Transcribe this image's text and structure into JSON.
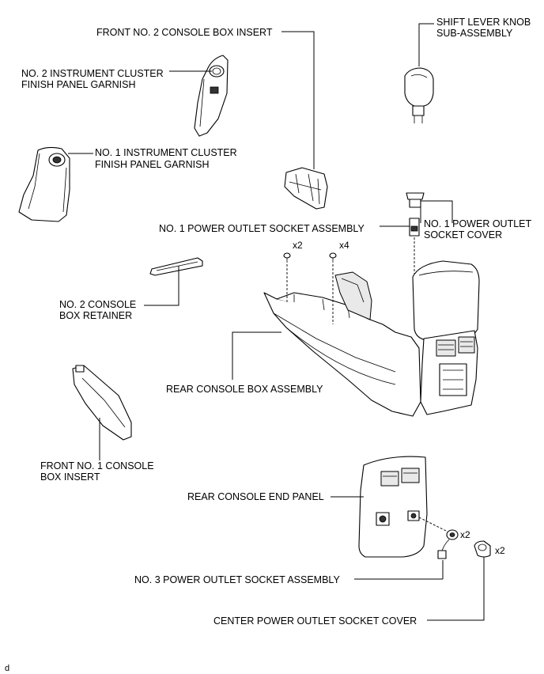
{
  "labels": {
    "front_no2_console_box_insert": "FRONT NO. 2 CONSOLE BOX INSERT",
    "shift_lever_knob_line1": "SHIFT LEVER KNOB",
    "shift_lever_knob_line2": "SUB-ASSEMBLY",
    "no2_cluster_garnish_line1": "NO. 2 INSTRUMENT CLUSTER",
    "no2_cluster_garnish_line2": "FINISH PANEL GARNISH",
    "no1_cluster_garnish_line1": "NO. 1 INSTRUMENT CLUSTER",
    "no1_cluster_garnish_line2": "FINISH PANEL GARNISH",
    "no1_power_outlet_socket_assembly": "NO. 1 POWER OUTLET SOCKET ASSEMBLY",
    "no1_power_outlet_cover_line1": "NO. 1 POWER OUTLET",
    "no1_power_outlet_cover_line2": "SOCKET COVER",
    "no2_console_retainer_line1": "NO. 2 CONSOLE",
    "no2_console_retainer_line2": "BOX RETAINER",
    "rear_console_box_assembly": "REAR CONSOLE BOX ASSEMBLY",
    "front_no1_console_insert_line1": "FRONT NO. 1 CONSOLE",
    "front_no1_console_insert_line2": "BOX INSERT",
    "rear_console_end_panel": "REAR CONSOLE END PANEL",
    "no3_power_outlet_socket_assembly": "NO. 3 POWER OUTLET SOCKET ASSEMBLY",
    "center_power_outlet_socket_cover": "CENTER POWER OUTLET SOCKET COVER"
  },
  "quantities": {
    "screw_left": "x2",
    "screw_right": "x4",
    "socket_assembly": "x2",
    "socket_cover": "x2"
  },
  "footer_code": "d"
}
